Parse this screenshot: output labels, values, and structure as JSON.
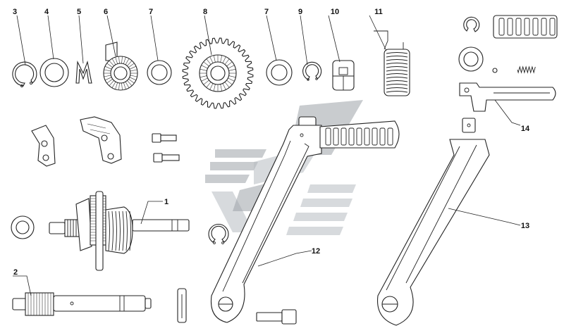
{
  "callouts": [
    {
      "id": "label-3",
      "text": "3"
    },
    {
      "id": "label-4",
      "text": "4"
    },
    {
      "id": "label-5",
      "text": "5"
    },
    {
      "id": "label-6",
      "text": "6"
    },
    {
      "id": "label-7a",
      "text": "7"
    },
    {
      "id": "label-8",
      "text": "8"
    },
    {
      "id": "label-7b",
      "text": "7"
    },
    {
      "id": "label-9",
      "text": "9"
    },
    {
      "id": "label-10",
      "text": "10"
    },
    {
      "id": "label-11",
      "text": "11"
    },
    {
      "id": "label-1",
      "text": "1"
    },
    {
      "id": "label-2",
      "text": "2"
    },
    {
      "id": "label-12",
      "text": "12"
    },
    {
      "id": "label-13",
      "text": "13"
    },
    {
      "id": "label-14",
      "text": "14"
    }
  ],
  "parts": [
    {
      "key": "circlip-icon",
      "depicts": "circlip"
    },
    {
      "key": "washer-icon",
      "depicts": "flat washer"
    },
    {
      "key": "spring-clip-icon",
      "depicts": "spring clip"
    },
    {
      "key": "ratchet-gear-icon",
      "depicts": "ratchet gear"
    },
    {
      "key": "spur-gear-icon",
      "depicts": "spur gear"
    },
    {
      "key": "guide-block-icon",
      "depicts": "guide block"
    },
    {
      "key": "torsion-spring-icon",
      "depicts": "torsion spring"
    },
    {
      "key": "kickstart-shaft-icon",
      "depicts": "kickstart shaft assembly"
    },
    {
      "key": "shaft-icon",
      "depicts": "shaft"
    },
    {
      "key": "kick-lever-icon",
      "depicts": "kickstart lever"
    },
    {
      "key": "foot-rubber-icon",
      "depicts": "footrest rubber"
    },
    {
      "key": "pedal-arm-icon",
      "depicts": "pedal arm"
    },
    {
      "key": "bolt-icon",
      "depicts": "bolt"
    },
    {
      "key": "pin-icon",
      "depicts": "pin"
    },
    {
      "key": "stopper-plate-icon",
      "depicts": "stopper plate"
    },
    {
      "key": "watermark-logo",
      "depicts": "watermark logo"
    }
  ]
}
